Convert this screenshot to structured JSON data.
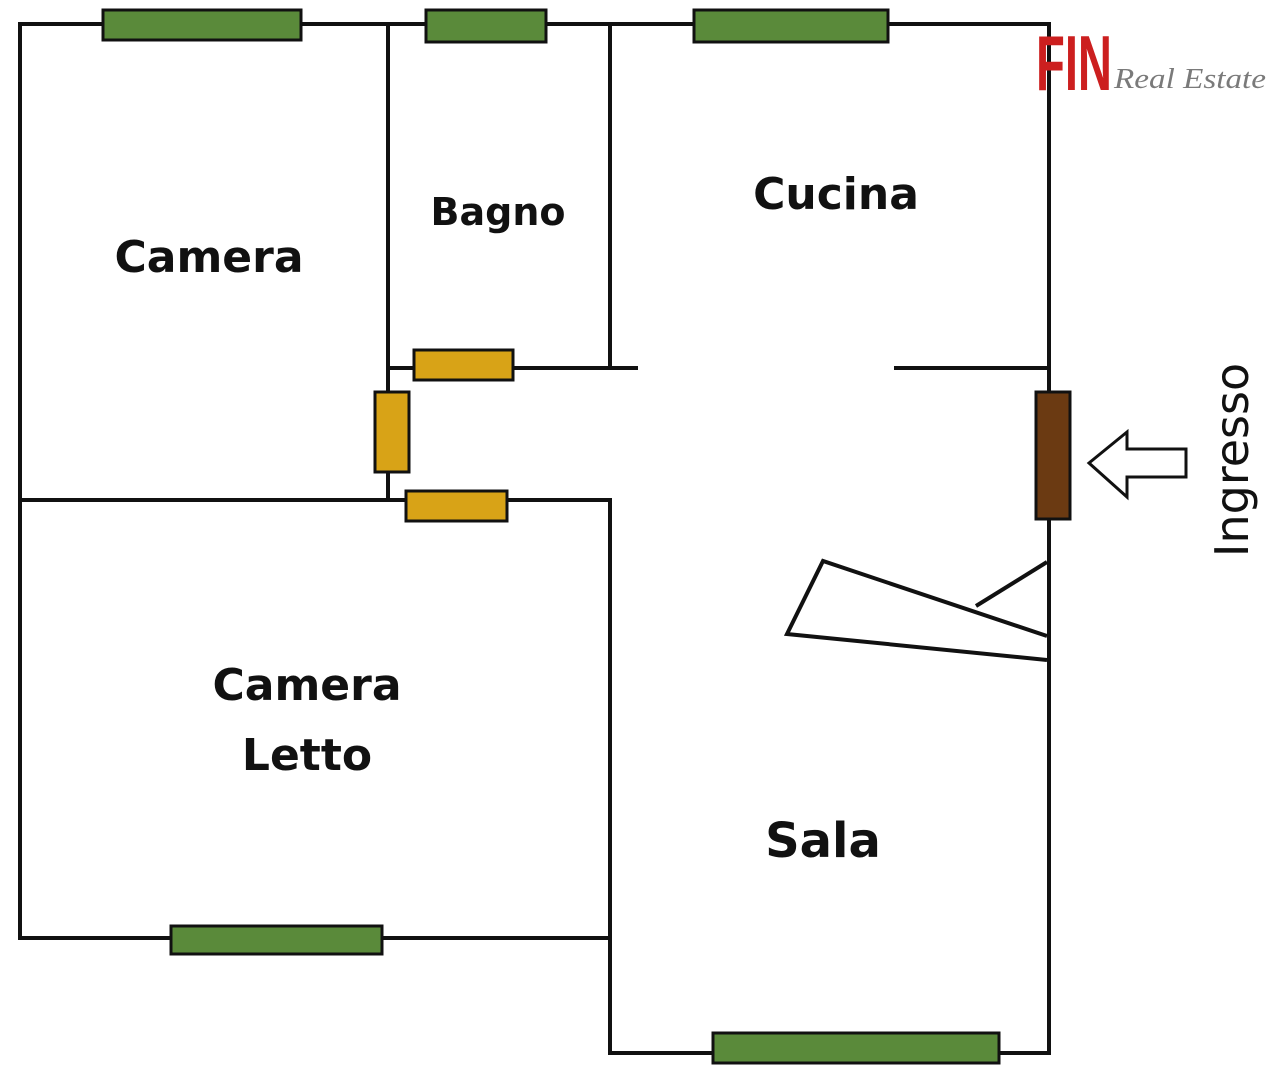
{
  "rooms": {
    "camera": "Camera",
    "bagno": "Bagno",
    "cucina": "Cucina",
    "camera_letto_line1": "Camera",
    "camera_letto_line2": "Letto",
    "sala": "Sala"
  },
  "entrance": {
    "label": "Ingresso"
  },
  "logo": {
    "brand": "FIN",
    "subtitle": "Real Estate"
  },
  "colors": {
    "wall": "#111111",
    "window": "#5a8a3a",
    "interior_door": "#d8a317",
    "entrance_door": "#6b3a12",
    "logo_red": "#cc1f1f",
    "logo_grey": "#7a7a7a",
    "arrow_outline": "#111111"
  },
  "icons": {
    "entrance_arrow": "arrow-left-outline-icon"
  }
}
